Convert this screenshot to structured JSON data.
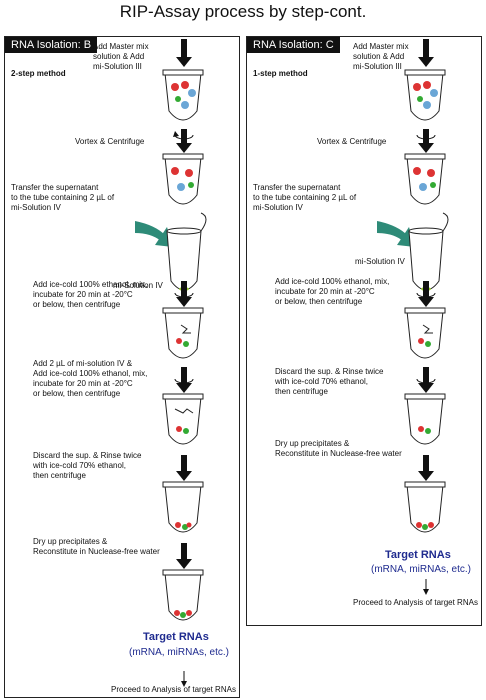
{
  "title": "RIP-Assay process by step-cont.",
  "panel_b": {
    "header": "RNA Isolation: B",
    "method": "2-step method",
    "step_add_master": "Add Master mix\nsolution & Add\nmi-Solution III",
    "step_vortex": "Vortex & Centrifuge",
    "step_transfer": "Transfer the supernatant\nto the tube containing 2 µL of\nmi-Solution IV",
    "label_misolution": "mi-Solution IV",
    "step_ethanol": "Add ice-cold 100% ethanol, mix,\nincubate for 20 min at -20°C\nor below, then centrifuge",
    "step_add2": "Add 2 µL of mi-solution IV &\nAdd ice-cold 100% ethanol, mix,\nincubate for 20 min at -20°C\nor below, then centrifuge",
    "step_discard": "Discard the sup. & Rinse twice\nwith ice-cold 70% ethanol,\nthen centrifuge",
    "step_dry": "Dry up precipitates &\nReconstitute in Nuclease-free water",
    "target": "Target RNAs",
    "target_sub": "(mRNA, miRNAs, etc.)",
    "proceed": "Proceed to Analysis of target RNAs"
  },
  "panel_c": {
    "header": "RNA Isolation: C",
    "method": "1-step method",
    "step_add_master": "Add Master mix\nsolution & Add\nmi-Solution III",
    "step_vortex": "Vortex & Centrifuge",
    "step_transfer": "Transfer the supernatant\nto the tube containing 2 µL of\nmi-Solution IV",
    "label_misolution": "mi-Solution IV",
    "step_ethanol": "Add ice-cold 100% ethanol, mix,\nincubate for 20 min at -20°C\nor below, then centrifuge",
    "step_discard": "Discard the sup. & Rinse twice\nwith ice-cold 70% ethanol,\nthen centrifuge",
    "step_dry": "Dry up precipitates &\nReconstitute in Nuclease-free water",
    "target": "Target RNAs",
    "target_sub": "(mRNA, miRNAs, etc.)",
    "proceed": "Proceed to Analysis of target RNAs"
  },
  "colors": {
    "arrow": "#111111",
    "curved_arrow": "#2e8b78",
    "target_text": "#1f2b8f",
    "pellet_red": "#d33",
    "pellet_green": "#3a3",
    "bead_blue": "#6aa6d6"
  }
}
